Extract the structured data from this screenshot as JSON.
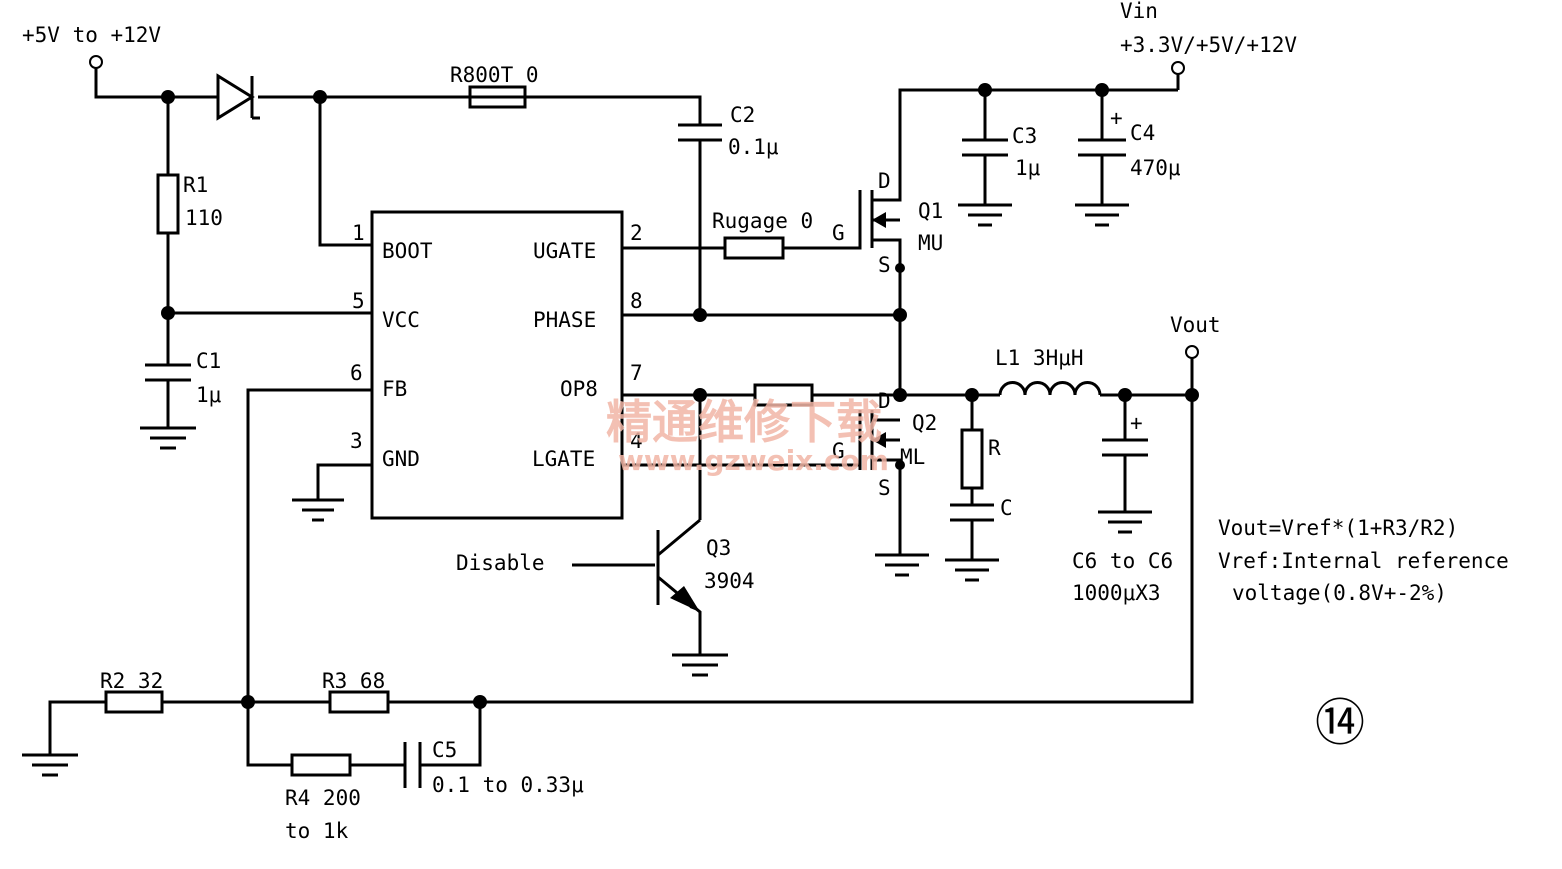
{
  "inputs": {
    "supply_label": "+5V to +12V",
    "vin_label": "Vin",
    "vin_values": "+3.3V/+5V/+12V",
    "vout_label": "Vout"
  },
  "ic": {
    "pins": [
      {
        "num": "1",
        "name": "BOOT"
      },
      {
        "num": "5",
        "name": "VCC"
      },
      {
        "num": "6",
        "name": "FB"
      },
      {
        "num": "3",
        "name": "GND"
      },
      {
        "num": "2",
        "name": "UGATE"
      },
      {
        "num": "8",
        "name": "PHASE"
      },
      {
        "num": "7",
        "name": "OP8"
      },
      {
        "num": "4",
        "name": "LGATE"
      }
    ]
  },
  "components": {
    "r1": {
      "name": "R1",
      "value": "110"
    },
    "c1": {
      "name": "C1",
      "value": "1μ"
    },
    "rboot": {
      "label": "R800T 0"
    },
    "c2": {
      "name": "C2",
      "value": "0.1μ"
    },
    "c3": {
      "name": "C3",
      "value": "1μ"
    },
    "c4": {
      "name": "C4",
      "value": "470μ"
    },
    "rugate": {
      "label": "Rugage 0"
    },
    "q1": {
      "name": "Q1",
      "type": "MU",
      "d": "D",
      "g": "G",
      "s": "S"
    },
    "q2": {
      "name": "Q2",
      "type": "ML",
      "d": "D",
      "g": "G",
      "s": "S"
    },
    "q3": {
      "name": "Q3",
      "type": "3904"
    },
    "disable": "Disable",
    "l1": {
      "label": "L1 3HμH"
    },
    "snubber_r": "R",
    "snubber_c": "C",
    "cout": {
      "label": "C6 to C6",
      "value": "1000μX3"
    },
    "r2": {
      "label": "R2 32"
    },
    "r3": {
      "label": "R3 68"
    },
    "r4": {
      "label": "R4 200",
      "range": "to 1k"
    },
    "c5": {
      "name": "C5",
      "value": "0.1 to 0.33μ"
    }
  },
  "notes": {
    "formula": "Vout=Vref*(1+R3/R2)",
    "vref_line1": "Vref:Internal reference",
    "vref_line2": "voltage(0.8V+-2%)"
  },
  "figure_number": "⑭",
  "watermark": {
    "text": "精通维修下载",
    "url": "www.gzweix.com"
  }
}
